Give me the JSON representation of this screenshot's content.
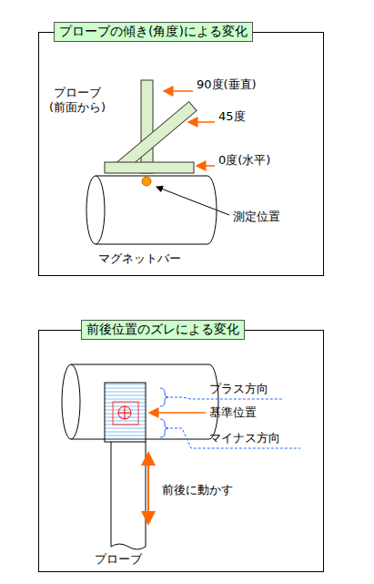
{
  "diagram": {
    "nodes": [
      {
        "text": [
          "プローブの傾き(角度)による変化"
        ]
      },
      {
        "text": [
          "前後位置のズレによる変化"
        ]
      }
    ],
    "labels": [
      "プローブ (前面から)",
      "90度(垂直)",
      "45度",
      "0度(水平)",
      "測定位置",
      "マグネットバー",
      "プラス方向",
      "基準位置",
      "マイナス方向",
      "前後に動かす",
      "プローブ"
    ]
  }
}
